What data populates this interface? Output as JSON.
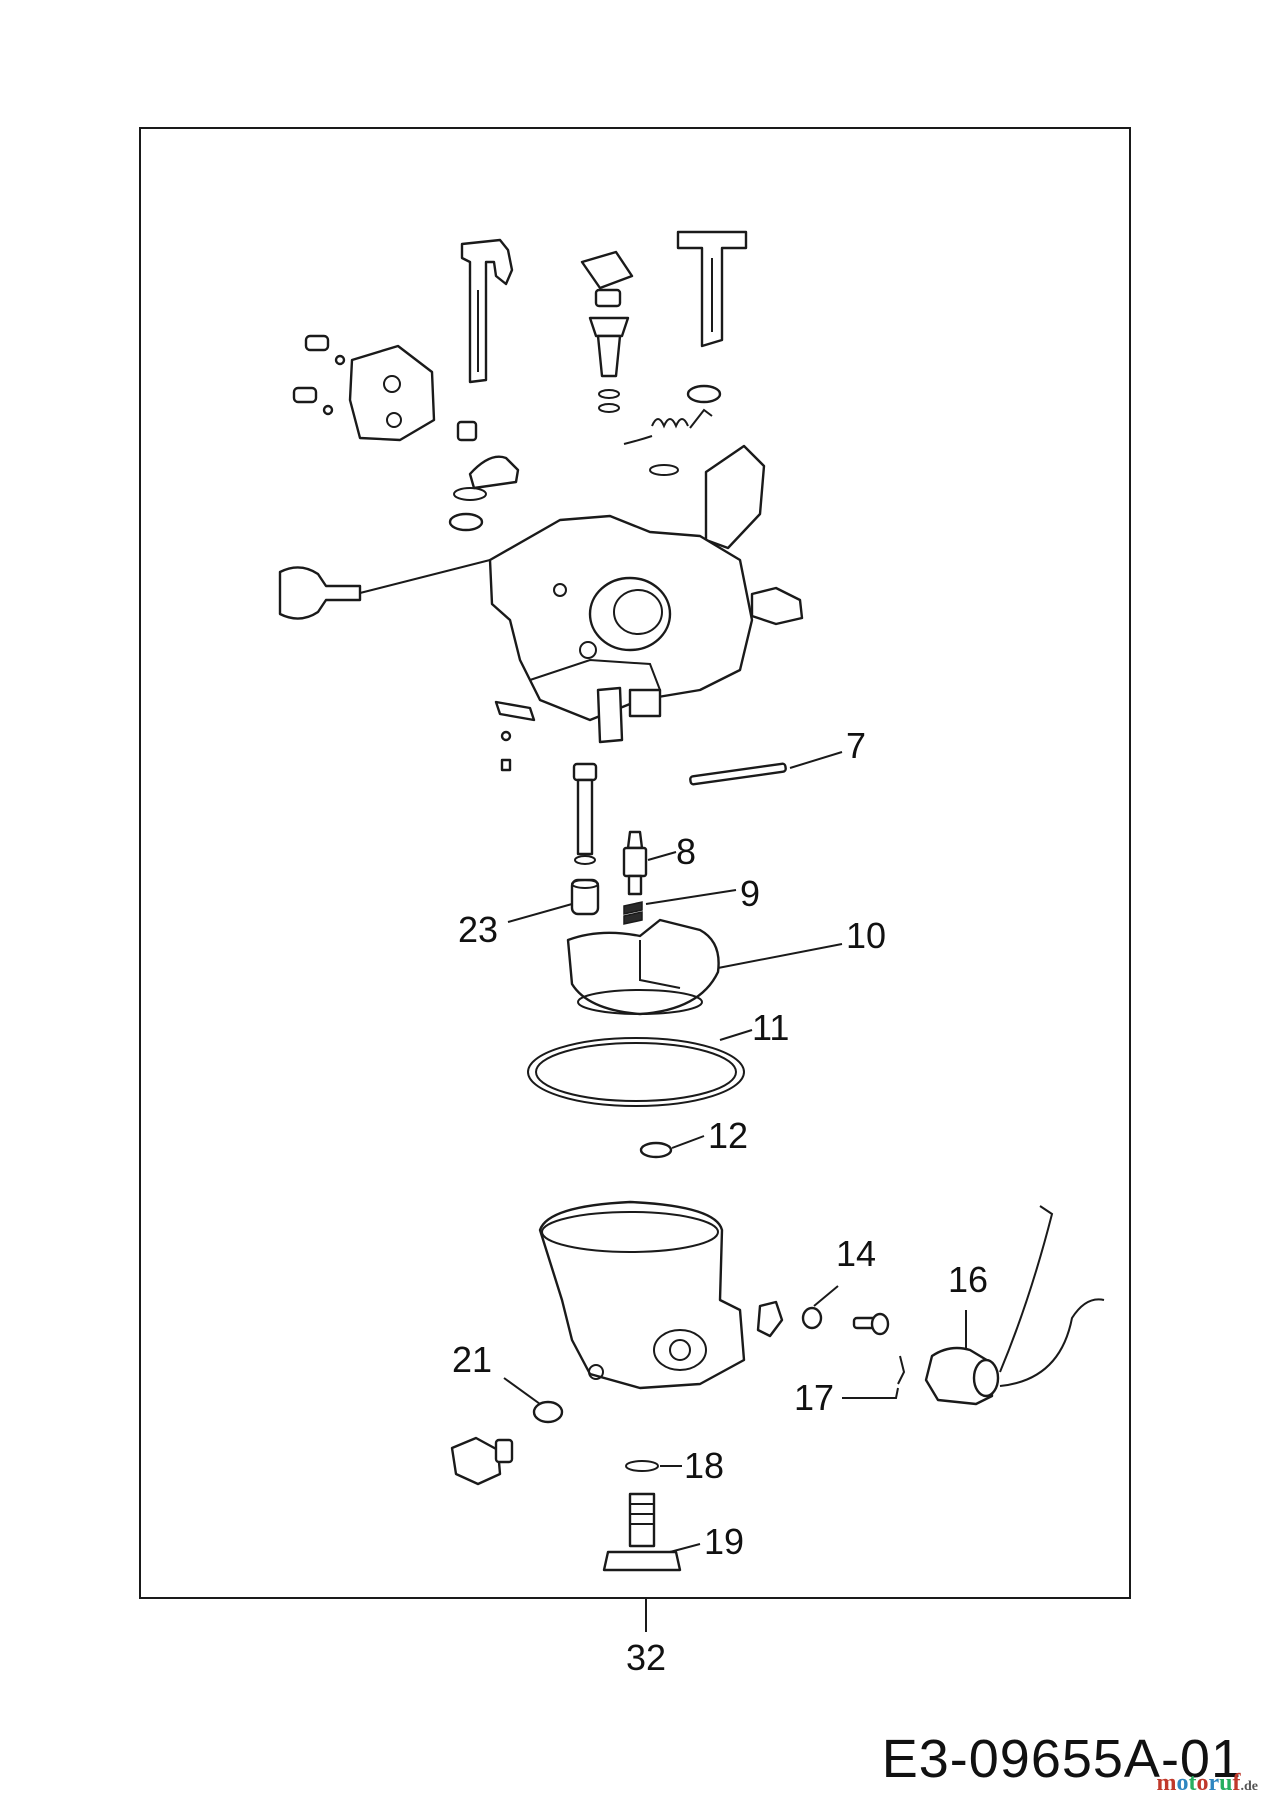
{
  "callouts": [
    {
      "id": "7",
      "label": "7"
    },
    {
      "id": "8",
      "label": "8"
    },
    {
      "id": "9",
      "label": "9"
    },
    {
      "id": "10",
      "label": "10"
    },
    {
      "id": "11",
      "label": "11"
    },
    {
      "id": "12",
      "label": "12"
    },
    {
      "id": "14",
      "label": "14"
    },
    {
      "id": "16",
      "label": "16"
    },
    {
      "id": "17",
      "label": "17"
    },
    {
      "id": "18",
      "label": "18"
    },
    {
      "id": "19",
      "label": "19"
    },
    {
      "id": "21",
      "label": "21"
    },
    {
      "id": "23",
      "label": "23"
    },
    {
      "id": "32",
      "label": "32"
    }
  ],
  "document_id": "E3-09655A-01",
  "watermark": {
    "text_main": "motoruf",
    "text_suffix": ".de",
    "colors": [
      "#c0392b",
      "#2e86c1",
      "#27ae60"
    ]
  }
}
